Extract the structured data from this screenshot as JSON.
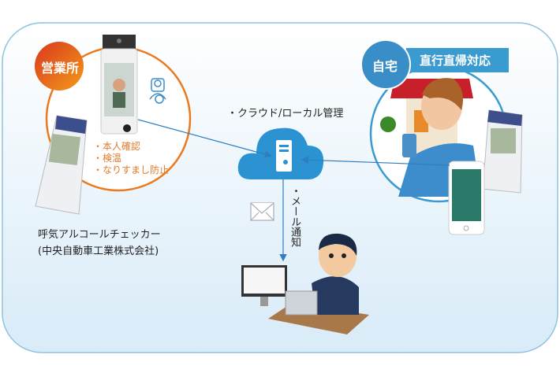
{
  "office": {
    "badge": "営業所",
    "features": [
      "・本人確認",
      "・検温",
      "・なりすまし防止"
    ]
  },
  "home": {
    "badge": "自宅",
    "banner": "直行直帰対応"
  },
  "cloud": {
    "label": "・クラウド/ローカル管理"
  },
  "mail": {
    "label": "・メール通知"
  },
  "product": {
    "line1": "呼気アルコールチェッカー",
    "line2": "(中央自動車工業株式会社)"
  },
  "colors": {
    "orange": "#e8731c",
    "blue": "#3a9bd1",
    "frame": "#8cc3e3"
  }
}
